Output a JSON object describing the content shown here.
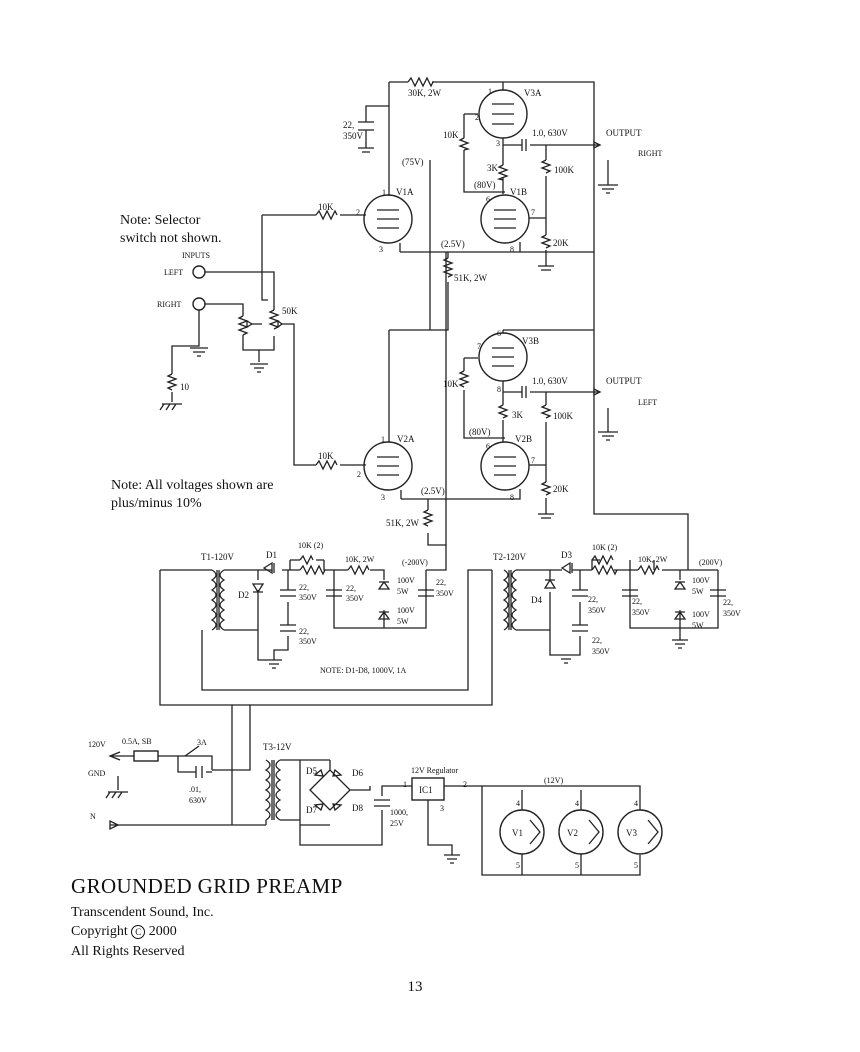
{
  "title": "GROUNDED GRID PREAMP",
  "company": "Transcendent Sound, Inc.",
  "copyright_word": "Copyright",
  "copyright_symbol": "C",
  "copyright_year": "2000",
  "rights": "All Rights Reserved",
  "page_number": "13",
  "note_selector": [
    "Note: Selector",
    "switch not shown."
  ],
  "note_voltages": [
    "Note: All voltages shown are",
    "plus/minus 10%"
  ],
  "note_diodes": "NOTE: D1-D8, 1000V, 1A",
  "inputs": {
    "heading": "INPUTS",
    "left": "LEFT",
    "right": "RIGHT"
  },
  "outputs": {
    "label": "OUTPUT",
    "right": "RIGHT",
    "left": "LEFT"
  },
  "tubes": {
    "v1a": "V1A",
    "v1b": "V1B",
    "v2a": "V2A",
    "v2b": "V2B",
    "v3a": "V3A",
    "v3b": "V3B",
    "v1": "V1",
    "v2": "V2",
    "v3": "V3"
  },
  "voltages": {
    "plate_75": "(75V)",
    "plate_80": "(80V)",
    "cathode_2_5": "(2.5V)",
    "neg_200": "(-200V)",
    "pos_200": "(200V)",
    "heater_12": "(12V)"
  },
  "components": {
    "r_30k": "30K, 2W",
    "cap_22_350": [
      "22,",
      "350V"
    ],
    "r_10k": "10K",
    "r_3k": "3K",
    "cap_out": "1.0, 630V",
    "r_100k": "100K",
    "r_20k": "20K",
    "r_51k": "51K, 2W",
    "pot_50k": "50K",
    "r_10": "10",
    "r_10k_2": "10K (2)",
    "r_10k_2w": "10K, 2W",
    "zener": [
      "100V",
      "5W"
    ],
    "t1": "T1-120V",
    "t2": "T2-120V",
    "t3": "T3-12V",
    "d1": "D1",
    "d2": "D2",
    "d3": "D3",
    "d4": "D4",
    "d5": "D5",
    "d6": "D6",
    "d7": "D7",
    "d8": "D8",
    "fuse_main": "0.5A, SB",
    "switch": "3A",
    "cap_01": [
      ".01,",
      "630V"
    ],
    "cap_1000": [
      "1000,",
      "25V"
    ],
    "regulator": "12V Regulator",
    "ic1": "IC1",
    "mains_120": "120V",
    "mains_gnd": "GND",
    "mains_n": "N"
  },
  "pins": {
    "p1": "1",
    "p2": "2",
    "p3": "3",
    "p4": "4",
    "p5": "5",
    "p6": "6",
    "p7": "7",
    "p8": "8"
  }
}
